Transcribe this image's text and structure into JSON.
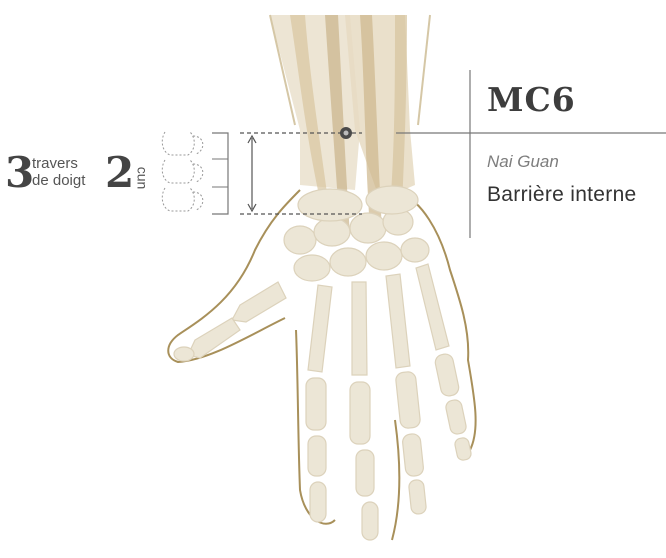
{
  "point": {
    "code": "MC6",
    "pinyin": "Nai Guan",
    "french_name": "Barrière interne"
  },
  "measure": {
    "finger_count": "3",
    "finger_unit_line1": "travers",
    "finger_unit_line2": "de doigt",
    "cun_count": "2",
    "cun_unit": "cun"
  },
  "colors": {
    "bone": "#ece6d6",
    "bone_stroke": "#d8cfb8",
    "tendon": "#c9b38a",
    "outline": "#a8905a",
    "line": "#6e6e6e",
    "point": "#4a4a4a"
  }
}
